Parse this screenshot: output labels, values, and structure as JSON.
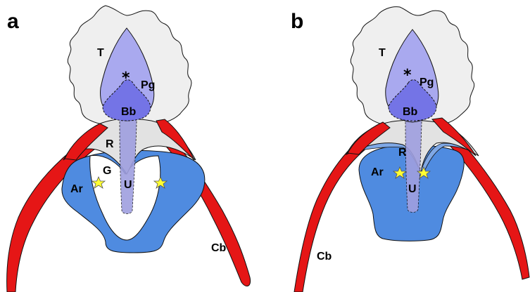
{
  "panels": {
    "a": {
      "letter": "a",
      "labels": {
        "T": "T",
        "Pg": "Pg",
        "Bb": "Bb",
        "R": "R",
        "G": "G",
        "Ar": "Ar",
        "U": "U",
        "Cb": "Cb",
        "asterisk": "*"
      }
    },
    "b": {
      "letter": "b",
      "labels": {
        "T": "T",
        "Pg": "Pg",
        "Bb": "Bb",
        "R": "R",
        "Ar": "Ar",
        "U": "U",
        "Cb": "Cb",
        "asterisk": "*"
      }
    }
  },
  "colors": {
    "tongue": "#efefef",
    "tongue_dark": "#e2e2e2",
    "pg": "#a9a9ef",
    "bb": "#7474e6",
    "urohyal": "#9f9fdf",
    "arytenoid": "#4f8be0",
    "arytenoid_light": "#7fa8e6",
    "ceratobranchial": "#e51616",
    "star": "#ffff33",
    "outline": "#111111"
  }
}
